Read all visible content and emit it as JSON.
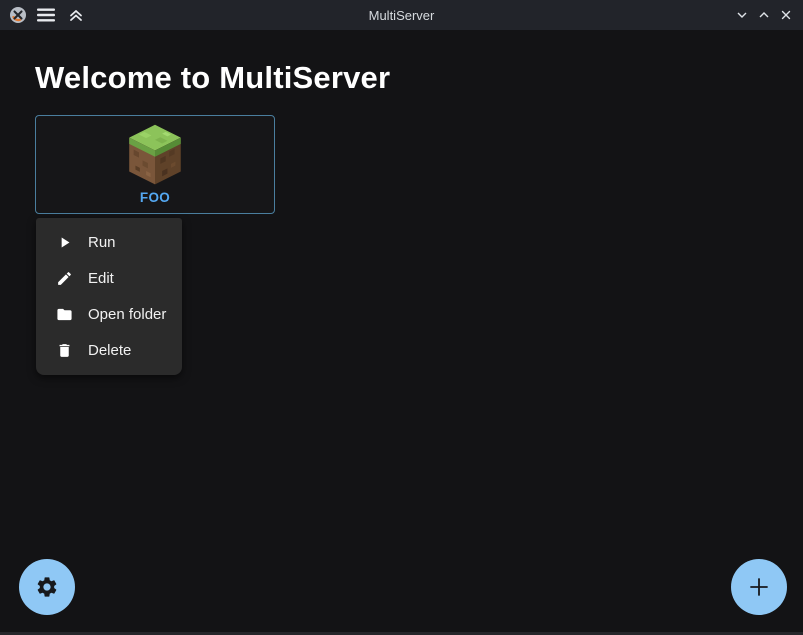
{
  "window": {
    "title": "MultiServer"
  },
  "titlebar": {
    "icons": {
      "app": "multiserver-logo",
      "menu": "hamburger-menu",
      "collapse": "double-chevron-up",
      "minimize": "chevron-down",
      "maximize": "chevron-up",
      "close": "x-mark"
    }
  },
  "main": {
    "heading": "Welcome to MultiServer"
  },
  "servers": [
    {
      "name": "FOO",
      "icon": "minecraft-grass-block"
    }
  ],
  "context_menu": {
    "items": [
      {
        "label": "Run",
        "icon": "play-icon"
      },
      {
        "label": "Edit",
        "icon": "pencil-icon"
      },
      {
        "label": "Open folder",
        "icon": "folder-icon"
      },
      {
        "label": "Delete",
        "icon": "trash-icon"
      }
    ]
  },
  "fabs": {
    "settings": {
      "icon": "gear-icon"
    },
    "add_server": {
      "icon": "plus-icon"
    }
  },
  "colors": {
    "titlebar-bg": "#22242a",
    "background": "#131315",
    "menu-bg": "#2b2b2b",
    "card-border": "#4a7e9e",
    "server-name": "#54a8f2",
    "fab-bg": "#8fc8f5",
    "fab-icon": "#17191c",
    "text": "#ffffff"
  }
}
